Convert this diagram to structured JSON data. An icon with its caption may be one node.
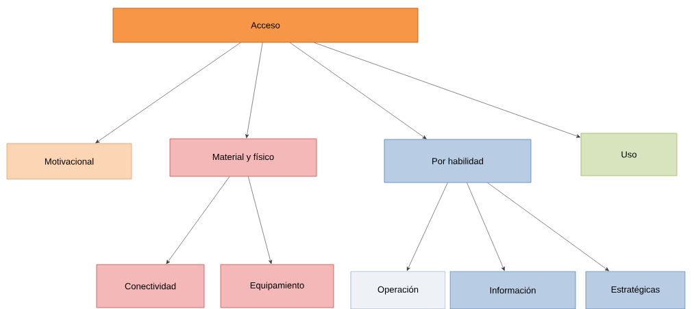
{
  "diagram": {
    "nodes": [
      {
        "text": [
          "Acceso"
        ]
      },
      {
        "text": [
          "Motivacional"
        ]
      },
      {
        "text": [
          "Material y físico"
        ]
      },
      {
        "text": [
          "Por habilidad"
        ]
      },
      {
        "text": [
          "Uso"
        ]
      },
      {
        "text": [
          "Conectividad"
        ]
      },
      {
        "text": [
          "Equipamiento"
        ]
      },
      {
        "text": [
          "Operación"
        ]
      },
      {
        "text": [
          "Información"
        ]
      },
      {
        "text": [
          "Estratégicas"
        ]
      }
    ],
    "edges": [
      {
        "from": 0,
        "to": 1,
        "arrow": "to"
      },
      {
        "from": 0,
        "to": 2,
        "arrow": "to"
      },
      {
        "from": 0,
        "to": 3,
        "arrow": "to"
      },
      {
        "from": 0,
        "to": 4,
        "arrow": "to"
      },
      {
        "from": 2,
        "to": 5,
        "arrow": "to"
      },
      {
        "from": 2,
        "to": 6,
        "arrow": "to"
      },
      {
        "from": 3,
        "to": 7,
        "arrow": "to"
      },
      {
        "from": 3,
        "to": 8,
        "arrow": "to"
      },
      {
        "from": 3,
        "to": 9,
        "arrow": "to"
      }
    ]
  }
}
